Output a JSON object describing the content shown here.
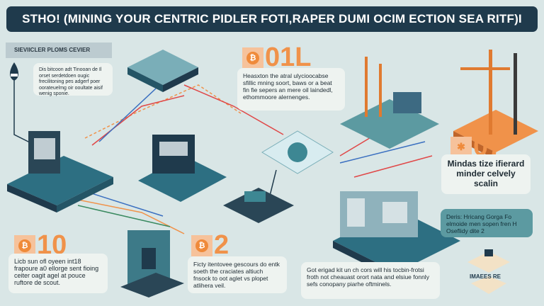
{
  "title": "STHO! (MINING YOUR CENTRIC PIDLER FOTI,RAPER DUMI OCIM ECTION SEA RITF)I",
  "tag": "SIEVIICLER PLOMS CEVIER",
  "cards": {
    "top_left": "Dis bitcoon adt Tinooan de Il orset serdetdoen ougic frecilitoning pes adgerf poer oorateuelmg oir ooultate aisif wenig sponie.",
    "top_center": {
      "number": "01L",
      "text": "Heasxton the atral ulycioocabse sfillic mning soort, baws or a beat fin fie sepers an mere oil laindedl, ethommoore alernenges."
    },
    "right": {
      "number": "07",
      "text": "Mindas tize ifierard minder celvely scalin"
    },
    "right_teal": "Deris: Hricang Gorga Fo elmoide men sopen fren H Oseflidy dite 2",
    "bottom_left": {
      "number": "10",
      "text": "Licb sun ofl oyeen int18 frapoure a0 ellorge sent fioing ceiter oagit agel at pouce ruftore de scout."
    },
    "bottom_center": {
      "number": "2",
      "text": "Ficty itentovee gescours do entk soeth the craciates altiuch fnsock to oot aglet vs plopet atlihera veil."
    },
    "bottom_right": "Got erigad kit un ch cors will his tocbin-frotsi froth not cheauast orort nata and elsiue fonnly sefs conopany piarhe oftminels."
  },
  "logo": "IMAEES RE",
  "icons": {
    "coin": "bitcoin-icon",
    "drop": "oil-drop-icon"
  },
  "colors": {
    "navy": "#1f3a4c",
    "orange": "#f0924a",
    "teal": "#3d8793"
  }
}
